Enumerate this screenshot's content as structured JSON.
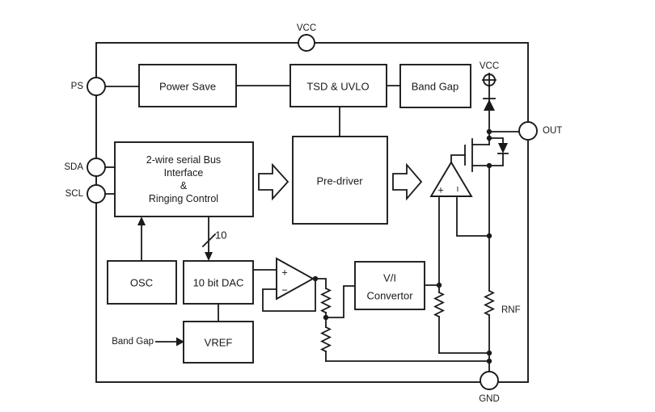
{
  "pins": {
    "vcc_top": "VCC",
    "ps": "PS",
    "sda": "SDA",
    "scl": "SCL",
    "vcc_internal": "VCC",
    "out": "OUT",
    "gnd": "GND"
  },
  "blocks": {
    "power_save": "Power Save",
    "tsd_uvlo": "TSD & UVLO",
    "band_gap": "Band Gap",
    "serial_bus": {
      "line1": "2-wire serial Bus",
      "line2": "Interface",
      "line3": "&",
      "line4": "Ringing Control"
    },
    "pre_driver": "Pre-driver",
    "osc": "OSC",
    "dac": "10 bit DAC",
    "vref": "VREF",
    "vi_convertor": {
      "line1": "V/I",
      "line2": "Convertor"
    }
  },
  "labels": {
    "bus_width": "10",
    "band_gap_ref": "Band Gap",
    "rnf": "RNF",
    "plus": "+",
    "minus": "−"
  },
  "colors": {
    "line": "#1a1a1a",
    "background": "#ffffff"
  }
}
